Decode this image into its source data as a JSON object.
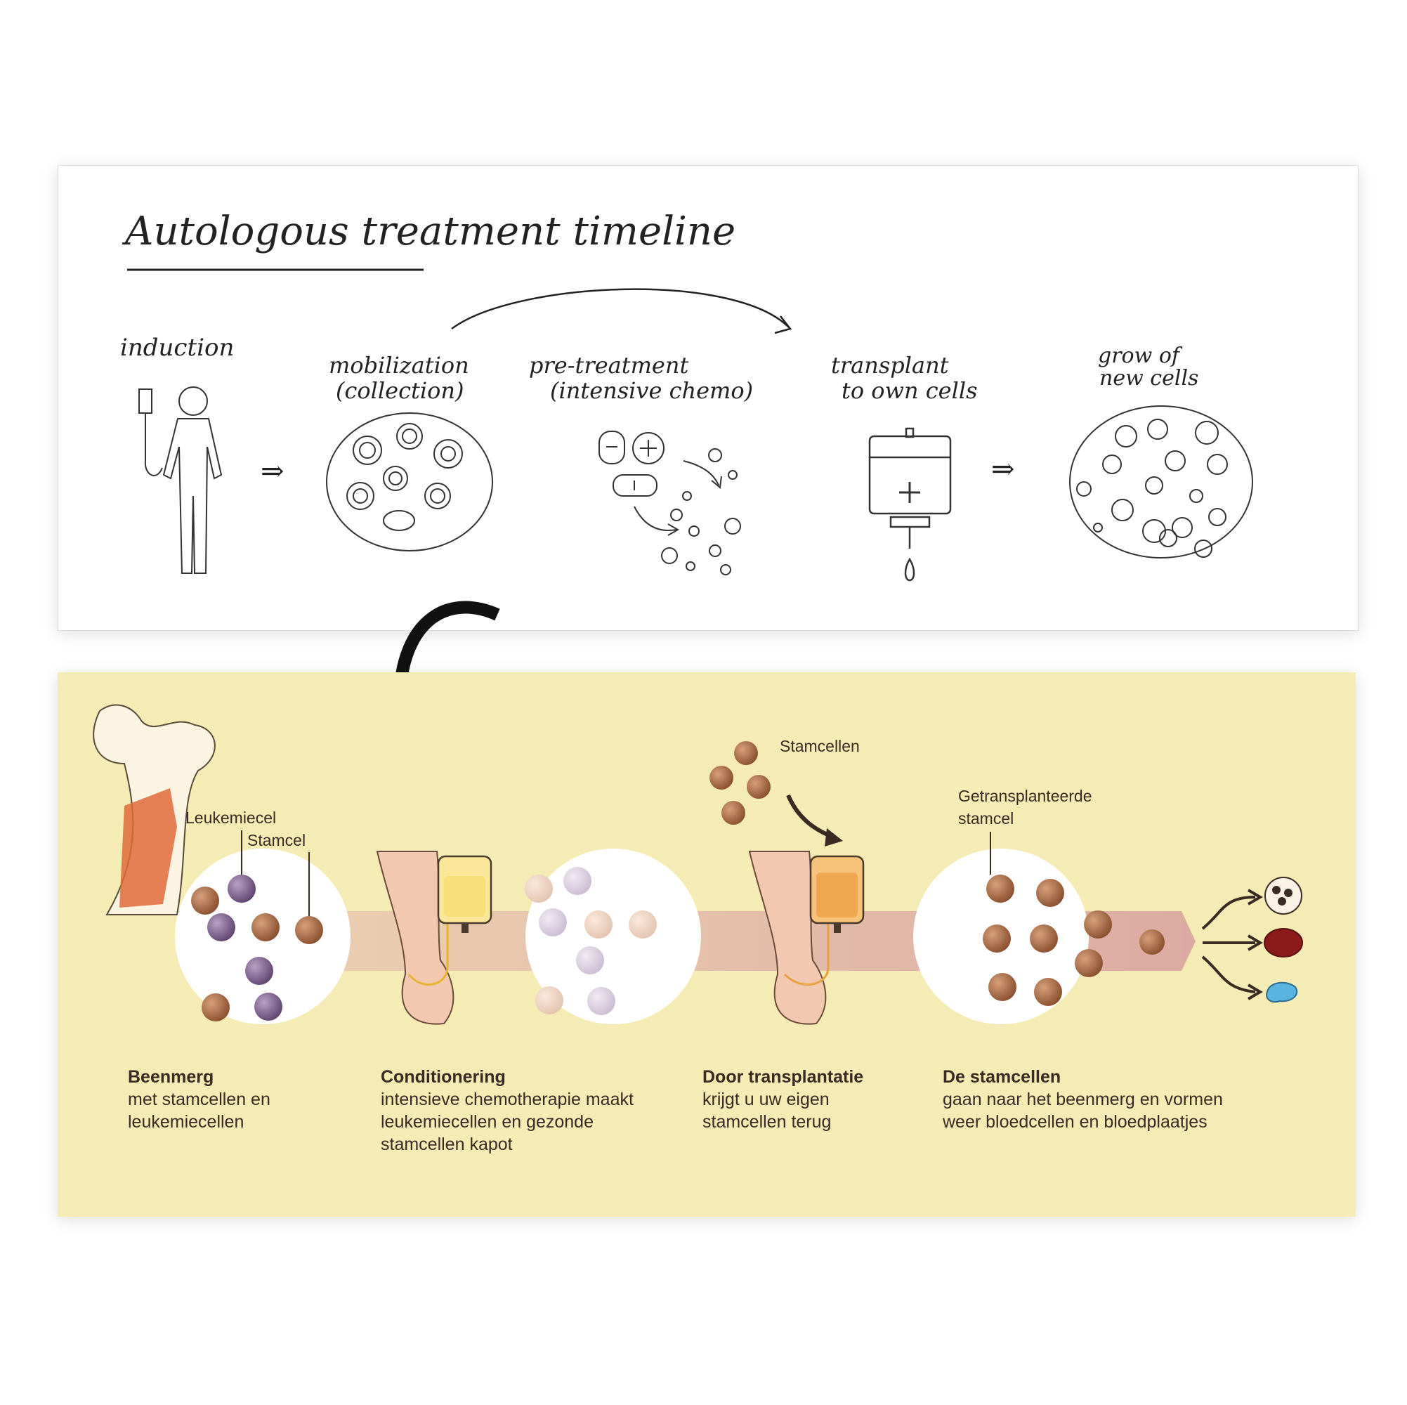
{
  "sketch": {
    "title": "Autologous treatment timeline",
    "stages": [
      {
        "label": "induction"
      },
      {
        "label": "mobilization\n(collection)"
      },
      {
        "label": "pre-treatment\n(intensive chemo)"
      },
      {
        "label": "transplant\nto own cells"
      },
      {
        "label": "grow of\nnew cells"
      }
    ]
  },
  "infographic": {
    "labels": {
      "leukemiecel": "Leukemiecel",
      "stamcel": "Stamcel",
      "stamcellen": "Stamcellen",
      "getransplanteerde": "Getransplanteerde\nstamcel"
    },
    "captions": [
      {
        "title": "Beenmerg",
        "text": "met stamcellen en\nleukemiecellen"
      },
      {
        "title": "Conditionering",
        "text": "intensieve chemotherapie maakt\nleukemiecellen en gezonde\nstamcellen kapot"
      },
      {
        "title": "Door transplantatie",
        "text": "krijgt u uw eigen\nstamcellen terug"
      },
      {
        "title": "De stamcellen",
        "text": "gaan naar het beenmerg en vormen\nweer bloedcellen en bloedplaatjes"
      }
    ]
  },
  "colors": {
    "panel_bg": "#f4ecb4",
    "band": "#e3b7ae",
    "stem_cell": "#a86a44",
    "leukemia_cell": "#7a5a8a",
    "text": "#3a2a24"
  }
}
